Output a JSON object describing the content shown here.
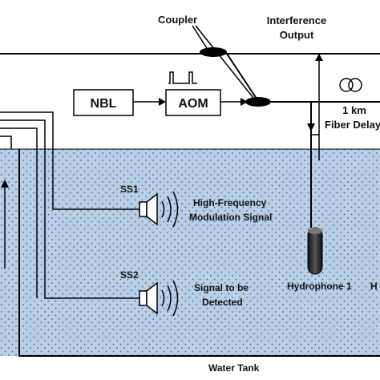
{
  "labels": {
    "coupler": "Coupler",
    "interference_line1": "Interference",
    "interference_line2": "Output",
    "nbl": "NBL",
    "aom": "AOM",
    "fiber_delay_line1": "1 km",
    "fiber_delay_line2": "Fiber Delay",
    "ss1": "SS1",
    "ss2": "SS2",
    "hf_line1": "High-Frequency",
    "hf_line2": "Modulation Signal",
    "sig_line1": "Signal to be",
    "sig_line2": "Detected",
    "hydrophone1": "Hydrophone 1",
    "hydrophone_cut": "H",
    "water_tank": "Water Tank"
  },
  "colors": {
    "water": "#b9cfe8",
    "water_dots": "#2b3f66",
    "hydrophone": "#2a2a2a",
    "line": "#000000"
  }
}
